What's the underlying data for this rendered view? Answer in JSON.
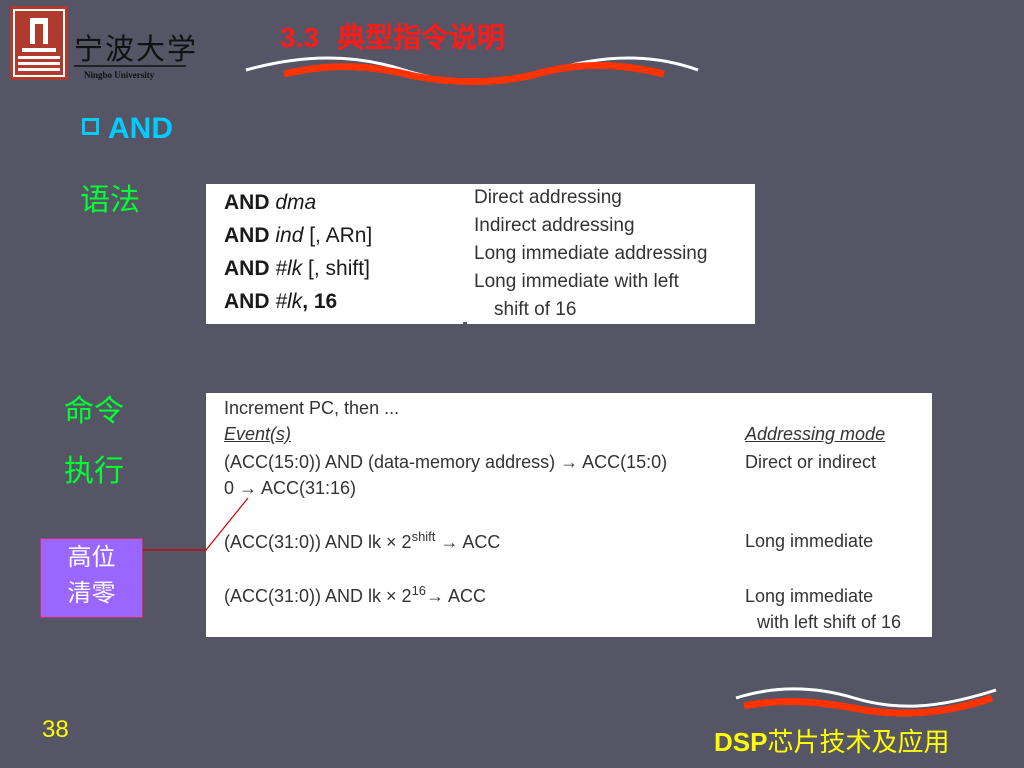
{
  "logo": {
    "name_cn": "宁波大学",
    "name_en": "Ningbo University"
  },
  "title": {
    "number": "3.3",
    "text": "典型指令说明"
  },
  "bullet": "AND",
  "labels": {
    "syntax": "语法",
    "command": "命令",
    "execute": "执行"
  },
  "syntax_table": {
    "rows": [
      {
        "op": "AND",
        "arg": "dma",
        "rest": ""
      },
      {
        "op": "AND",
        "arg": "ind",
        "rest": "[, ARn]"
      },
      {
        "op": "AND",
        "arg": "#lk",
        "rest": "[, shift]"
      },
      {
        "op": "AND",
        "arg": "#lk",
        "rest": ", 16"
      }
    ],
    "modes": [
      "Direct addressing",
      "Indirect addressing",
      "Long immediate addressing",
      "Long immediate with left",
      "shift of 16"
    ]
  },
  "exec_table": {
    "intro": "Increment PC, then ...",
    "col_events": "Event(s)",
    "col_mode": "Addressing mode",
    "row1_event": "(ACC(15:0)) AND (data-memory address) → ACC(15:0)",
    "row1_event2": "0 → ACC(31:16)",
    "row1_mode": "Direct or indirect",
    "row2_event_pre": "(ACC(31:0)) AND lk × 2",
    "row2_sup": "shift",
    "row2_event_post": " → ACC",
    "row2_mode": "Long immediate",
    "row3_event_pre": "(ACC(31:0)) AND lk × 2",
    "row3_sup": "16",
    "row3_event_post": "→ ACC",
    "row3_mode": "Long immediate",
    "row3_mode2": "with left shift of 16"
  },
  "callout": {
    "line1": "高位",
    "line2": "清零"
  },
  "page_number": "38",
  "footer": {
    "prefix": "DSP",
    "text": "芯片技术及应用"
  },
  "colors": {
    "background": "#555566",
    "title": "#ff1a1a",
    "bullet": "#00ccff",
    "label": "#00ff33",
    "callout": "#9966ff",
    "footer": "#ffff00"
  }
}
